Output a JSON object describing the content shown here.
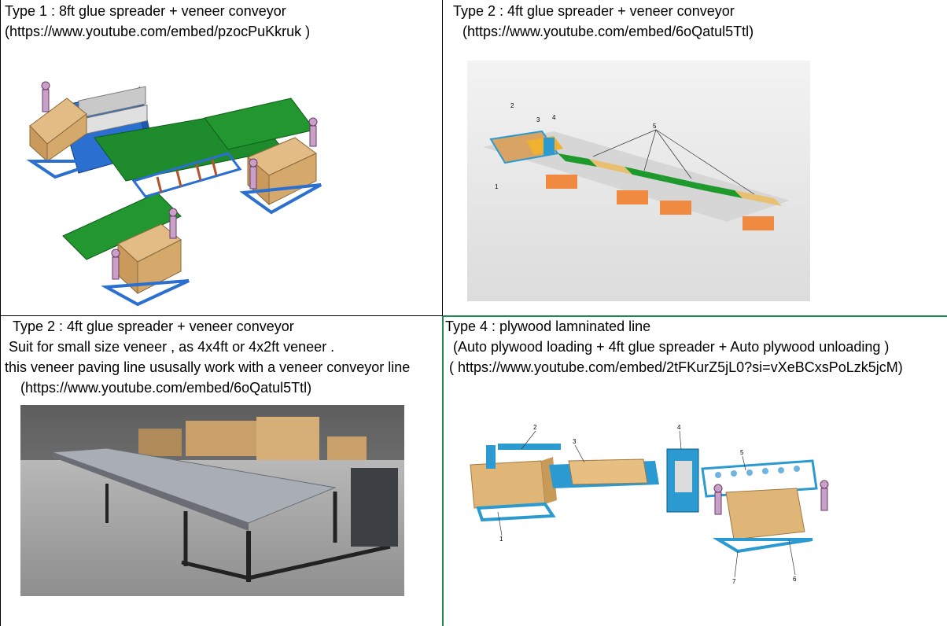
{
  "type1": {
    "title": "Type 1 :    8ft glue spreader + veneer conveyor",
    "link": "(https://www.youtube.com/embed/pzocPuKkruk  )"
  },
  "type2a": {
    "title": "Type 2 : 4ft glue spreader + veneer conveyor",
    "link": "(https://www.youtube.com/embed/6oQatul5Ttl)",
    "labels": [
      "1",
      "2",
      "3",
      "4",
      "5"
    ]
  },
  "type2b": {
    "title": "Type 2 : 4ft glue spreader + veneer conveyor",
    "line2": "Suit for small size veneer , as 4x4ft or  4x2ft veneer .",
    "line3": "this veneer paving line ususally work with a veneer conveyor line",
    "link": "(https://www.youtube.com/embed/6oQatul5Ttl)"
  },
  "type4": {
    "title": "Type 4 :  plywood lamninated line",
    "line2": "(Auto plywood loading + 4ft glue spreader + Auto plywood unloading )",
    "link": "( https://www.youtube.com/embed/2tFKurZ5jL0?si=vXeBCxsPoLzk5jcM)",
    "labels": [
      "1",
      "2",
      "3",
      "4",
      "5",
      "6",
      "7"
    ]
  },
  "colors": {
    "border": "#000000",
    "highlight_border": "#1d8a50",
    "conveyor_green": "#1e8c2c",
    "frame_blue": "#2b6fd0",
    "wood": "#d9b27a"
  }
}
